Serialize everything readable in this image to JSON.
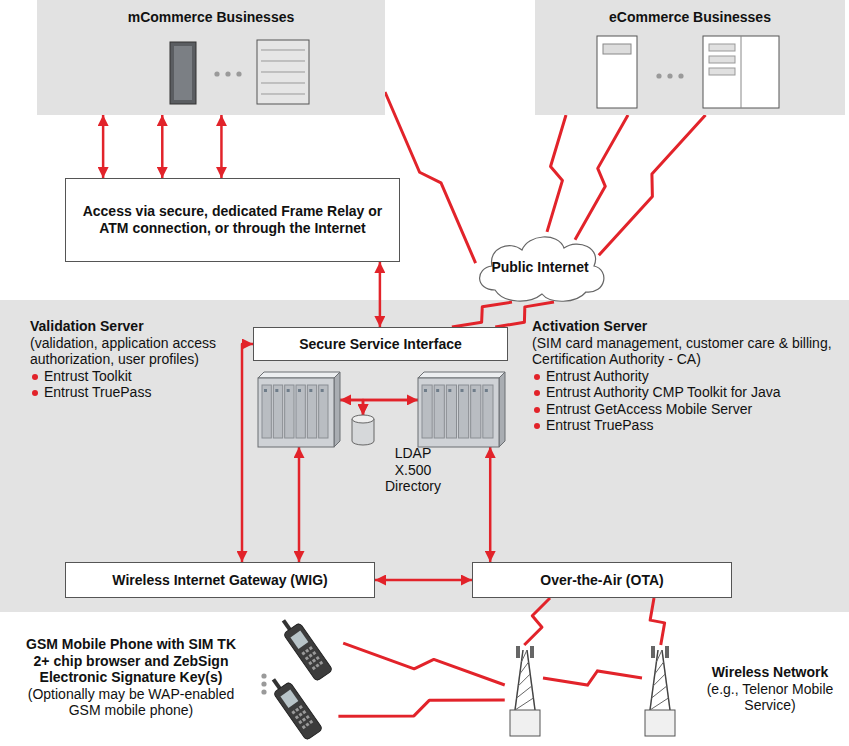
{
  "diagram": {
    "nodes": [
      {
        "text": [
          "mCommerce Businesses"
        ]
      },
      {
        "text": [
          "eCommerce Businesses"
        ]
      },
      {
        "text": [
          "Access via secure, dedicated Frame Relay or ATM connection, or through the Internet"
        ]
      },
      {
        "text": [
          "Public Internet"
        ]
      },
      {
        "text": [
          "Secure Service Interface"
        ]
      },
      {
        "text": [
          "Validation Server",
          "(validation, application access authorization, user profiles)",
          "Entrust Toolkit",
          "Entrust TruePass"
        ]
      },
      {
        "text": [
          "Activation Server",
          "(SIM card management, customer care & billing, Certification Authority - CA)",
          "Entrust Authority",
          "Entrust Authority CMP Toolkit for Java",
          "Entrust GetAccess Mobile Server",
          "Entrust TruePass"
        ]
      },
      {
        "text": [
          "LDAP X.500 Directory"
        ]
      },
      {
        "text": [
          "Wireless Internet Gateway (WIG)"
        ]
      },
      {
        "text": [
          "Over-the-Air (OTA)"
        ]
      },
      {
        "text": [
          "GSM Mobile Phone with SIM TK 2+ chip browser and ZebSign Electronic Signature Key(s)",
          "(Optionally may be WAP-enabled GSM mobile phone)"
        ]
      },
      {
        "text": [
          "Wireless Network",
          "(e.g., Telenor Mobile Service)"
        ]
      }
    ],
    "edges": [
      {
        "from": 0,
        "to": 2,
        "arrow": "both"
      },
      {
        "from": 0,
        "to": 2,
        "arrow": "both"
      },
      {
        "from": 0,
        "to": 2,
        "arrow": "both"
      },
      {
        "from": 0,
        "to": 3,
        "arrow": "none"
      },
      {
        "from": 1,
        "to": 3,
        "arrow": "none"
      },
      {
        "from": 1,
        "to": 3,
        "arrow": "none"
      },
      {
        "from": 1,
        "to": 3,
        "arrow": "none"
      },
      {
        "from": 2,
        "to": 4,
        "arrow": "both"
      },
      {
        "from": 3,
        "to": 4,
        "arrow": "none"
      },
      {
        "from": 3,
        "to": 4,
        "arrow": "none"
      },
      {
        "from": 8,
        "to": 4,
        "arrow": "both"
      },
      {
        "from": 5,
        "to": 6,
        "arrow": "both"
      },
      {
        "from": 5,
        "to": 7,
        "arrow": "to"
      },
      {
        "from": 6,
        "to": 7,
        "arrow": "to"
      },
      {
        "from": 5,
        "to": 8,
        "arrow": "both"
      },
      {
        "from": 6,
        "to": 9,
        "arrow": "both"
      },
      {
        "from": 8,
        "to": 9,
        "arrow": "both"
      },
      {
        "from": 9,
        "to": 11,
        "arrow": "none"
      },
      {
        "from": 9,
        "to": 11,
        "arrow": "none"
      },
      {
        "from": 10,
        "to": 11,
        "arrow": "none"
      },
      {
        "from": 10,
        "to": 11,
        "arrow": "none"
      }
    ]
  }
}
